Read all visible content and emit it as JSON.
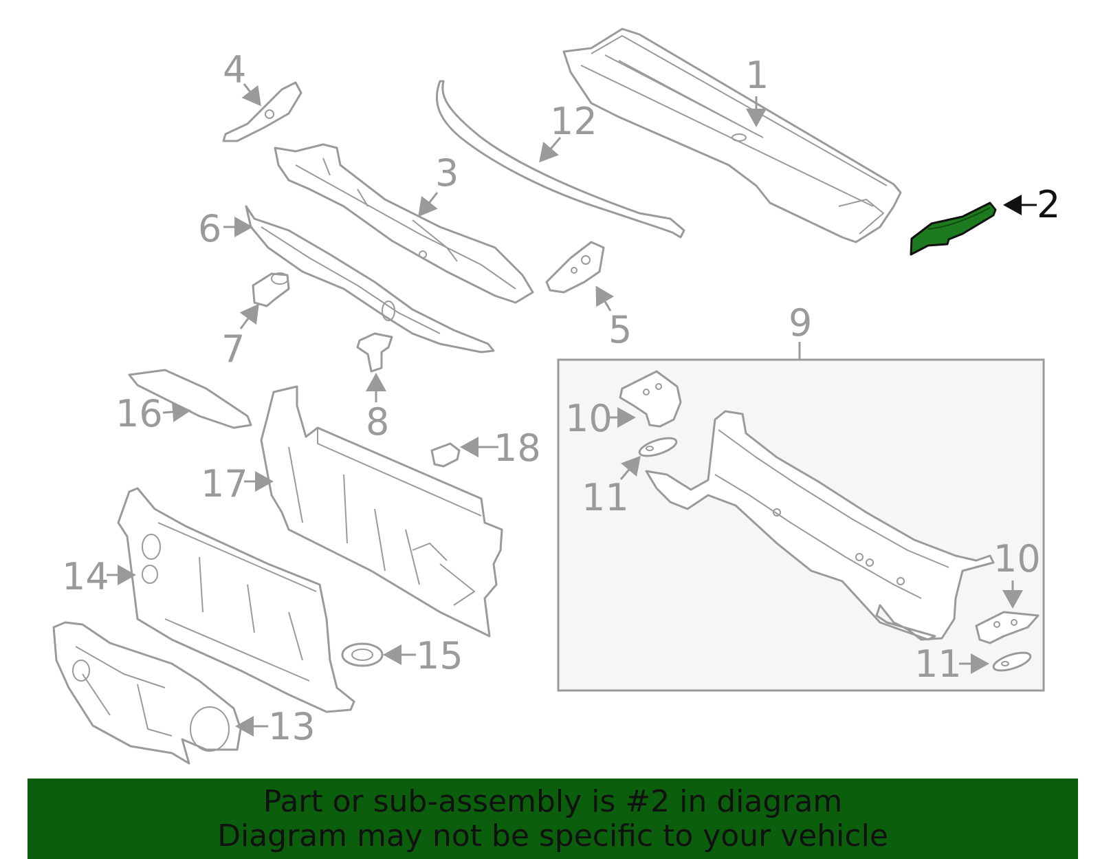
{
  "diagram": {
    "callouts": {
      "c1": "1",
      "c2": "2",
      "c3": "3",
      "c4": "4",
      "c5": "5",
      "c6": "6",
      "c7": "7",
      "c8": "8",
      "c9": "9",
      "c10a": "10",
      "c10b": "10",
      "c11a": "11",
      "c11b": "11",
      "c12": "12",
      "c13": "13",
      "c14": "14",
      "c15": "15",
      "c16": "16",
      "c17": "17",
      "c18": "18"
    },
    "highlight_color": "#1e7a1e",
    "assembly_box_fill": "#f6f6f6"
  },
  "banner": {
    "line1": "Part or sub-assembly is #2 in diagram",
    "line2": "Diagram may not be specific to your vehicle",
    "background": "#0b5e0b"
  }
}
